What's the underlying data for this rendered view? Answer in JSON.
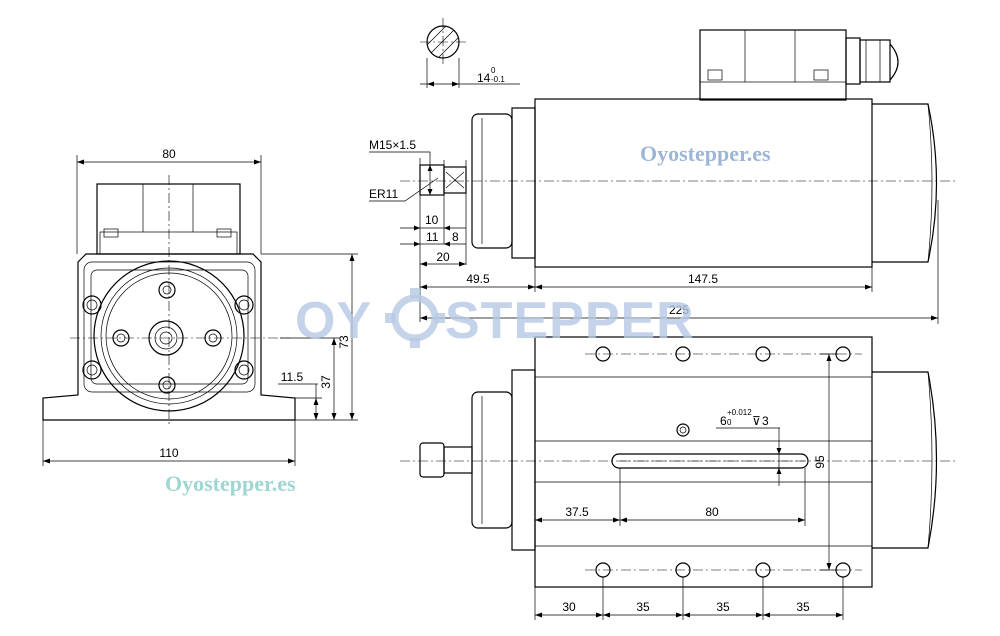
{
  "dimensions": {
    "end_view": {
      "width_top": "80",
      "base_width": "110",
      "height_total": "73",
      "height_axis": "37",
      "foot_thickness": "11.5"
    },
    "side_view": {
      "shaft_diameter": "14",
      "shaft_tol_upper": "0",
      "shaft_tol_lower": "-0.1",
      "thread": "M15×1.5",
      "collet": "ER11",
      "d_10": "10",
      "d_11": "11",
      "d_8": "8",
      "d_20": "20",
      "d_49_5": "49.5",
      "d_147_5": "147.5",
      "overall_length": "225"
    },
    "bottom_view": {
      "slot_width": "6",
      "slot_tol_upper": "+0.012",
      "slot_tol_lower": "0",
      "slot_depth": "3",
      "slot_offset": "37.5",
      "slot_length": "80",
      "hole_spacing_vertical": "95",
      "hole_offset_first": "30",
      "hole_pitch_1": "35",
      "hole_pitch_2": "35",
      "hole_pitch_3": "35"
    }
  },
  "watermarks": {
    "brand_small_top": "Oyostepper.es",
    "brand_small_bottom": "Oyostepper.es",
    "brand_big_left": "OY",
    "brand_big_right": "STEPPER"
  },
  "colors": {
    "line": "#000000",
    "watermark_blue": "#9db6d6",
    "watermark_teal": "#9fd6d3"
  }
}
